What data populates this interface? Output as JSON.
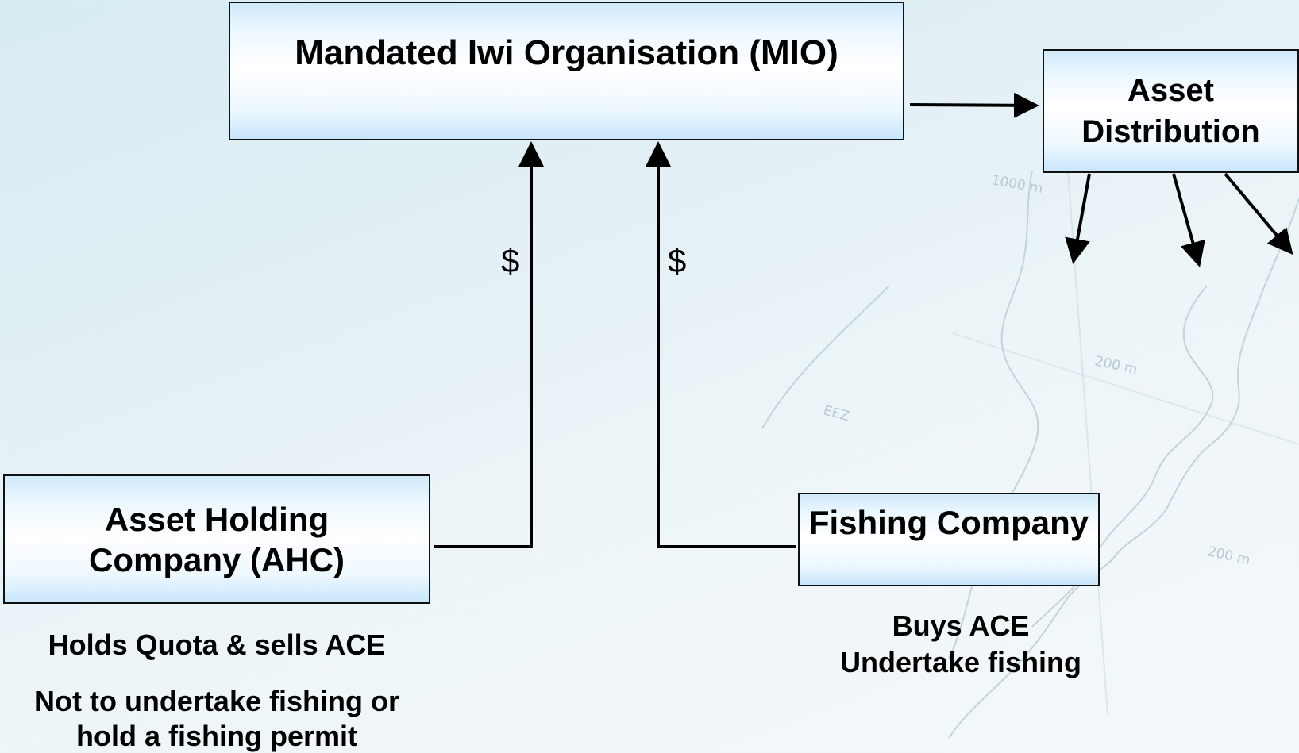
{
  "diagram": {
    "mio": {
      "label": "Mandated Iwi Organisation (MIO)"
    },
    "asset_distribution": {
      "line1": "Asset",
      "line2": "Distribution"
    },
    "ahc": {
      "line1": "Asset Holding",
      "line2": "Company (AHC)",
      "note1": "Holds Quota & sells ACE",
      "note2_line1": "Not to undertake fishing or",
      "note2_line2": "hold a fishing permit"
    },
    "fishing_company": {
      "label": "Fishing Company",
      "note_line1": "Buys ACE",
      "note_line2": "Undertake fishing"
    },
    "flows": {
      "ahc_to_mio_label": "$",
      "fishing_to_mio_label": "$"
    }
  },
  "map": {
    "label_1000m": "1000 m",
    "label_200m_a": "200 m",
    "label_200m_b": "200 m",
    "label_eez": "EEZ"
  },
  "colors": {
    "box_fill": "#ffffff",
    "box_gradient": "#c8e6fb",
    "border": "#111111",
    "background": "#e3f0f5"
  }
}
